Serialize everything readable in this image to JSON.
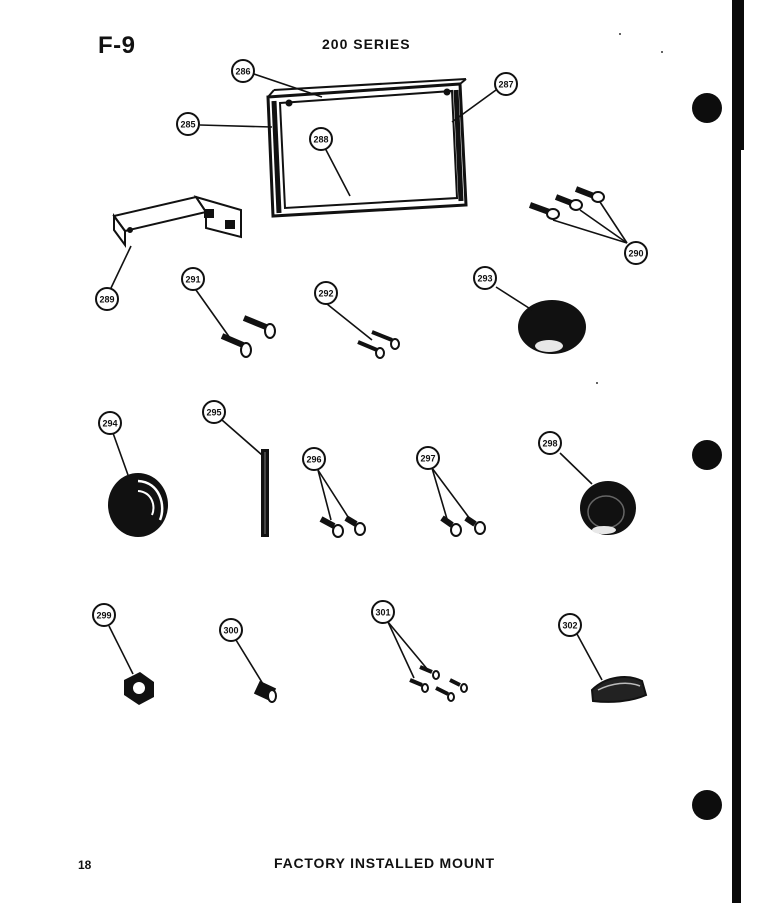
{
  "header": {
    "page_code": "F-9",
    "series": "200 SERIES"
  },
  "footer": {
    "page_number": "18",
    "title": "FACTORY INSTALLED MOUNT"
  },
  "callouts": {
    "c285a": "285",
    "c286": "286",
    "c287": "287",
    "c288": "288",
    "c289": "289",
    "c290": "290",
    "c291": "291",
    "c292": "292",
    "c293": "293",
    "c294": "294",
    "c295": "295",
    "c296": "296",
    "c297": "297",
    "c298": "298",
    "c299": "299",
    "c300": "300",
    "c301": "301",
    "c302": "302"
  }
}
